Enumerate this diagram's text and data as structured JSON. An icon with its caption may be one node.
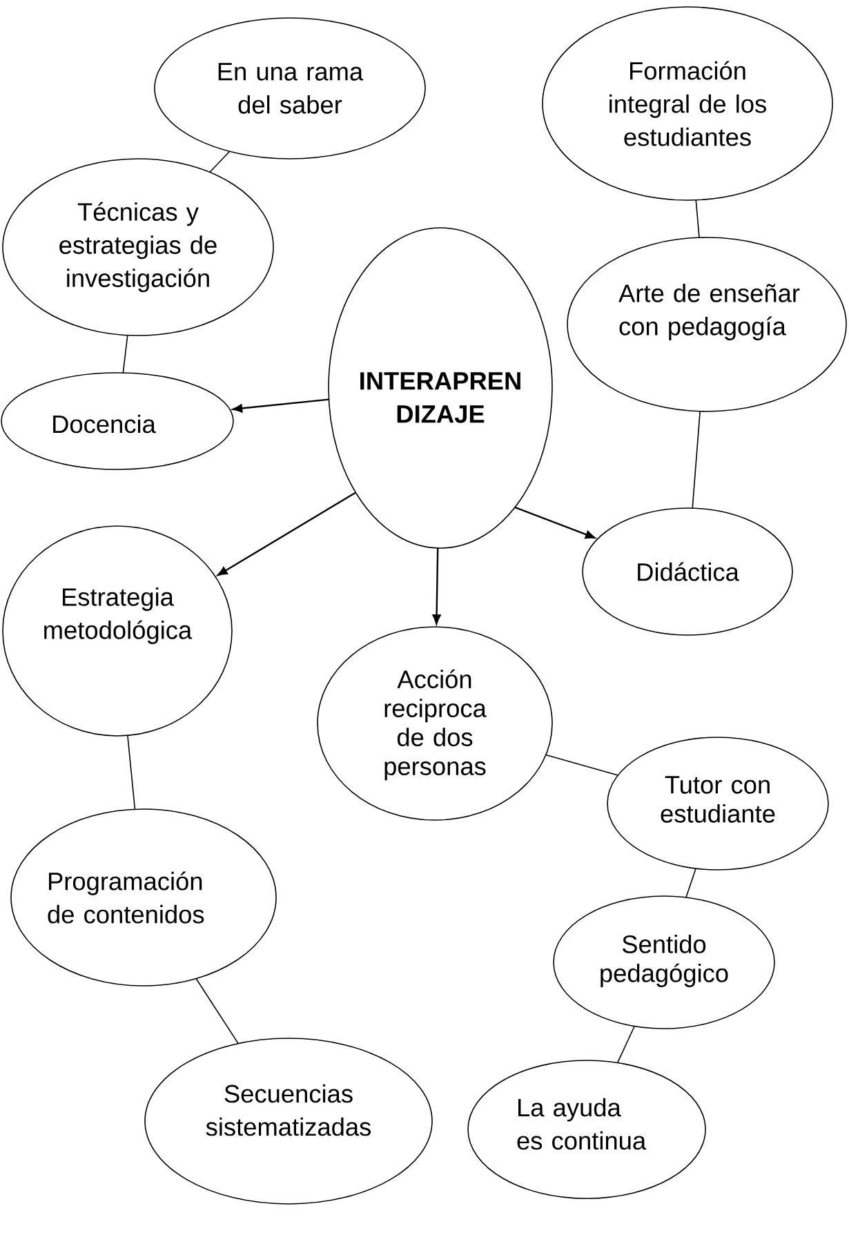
{
  "diagram": {
    "nodes": [
      {
        "text": [
          "En una rama del saber"
        ]
      },
      {
        "text": [
          "Formación integral de los estudiantes"
        ]
      },
      {
        "text": [
          "Técnicas y estrategias de investigación"
        ]
      },
      {
        "text": [
          "Arte de enseñar con pedagogía"
        ]
      },
      {
        "text": [
          "INTERAPREN DIZAJE"
        ]
      },
      {
        "text": [
          "Docencia"
        ]
      },
      {
        "text": [
          "Didáctica"
        ]
      },
      {
        "text": [
          "Estrategia metodológica"
        ]
      },
      {
        "text": [
          "Acción reciproca de dos personas"
        ]
      },
      {
        "text": [
          "Tutor con estudiante"
        ]
      },
      {
        "text": [
          "Programación de contenidos"
        ]
      },
      {
        "text": [
          "Sentido pedagógico"
        ]
      },
      {
        "text": [
          "Secuencias sistematizadas"
        ]
      },
      {
        "text": [
          "La ayuda es continua"
        ]
      }
    ],
    "edges": [
      {
        "from": 0,
        "to": 2,
        "arrow": "none"
      },
      {
        "from": 2,
        "to": 5,
        "arrow": "none"
      },
      {
        "from": 4,
        "to": 5,
        "arrow": "to"
      },
      {
        "from": 1,
        "to": 3,
        "arrow": "none"
      },
      {
        "from": 3,
        "to": 6,
        "arrow": "none"
      },
      {
        "from": 4,
        "to": 7,
        "arrow": "to"
      },
      {
        "from": 4,
        "to": 8,
        "arrow": "to"
      },
      {
        "from": 4,
        "to": 6,
        "arrow": "to"
      },
      {
        "from": 7,
        "to": 10,
        "arrow": "none"
      },
      {
        "from": 10,
        "to": 12,
        "arrow": "none"
      },
      {
        "from": 8,
        "to": 9,
        "arrow": "none"
      },
      {
        "from": 9,
        "to": 11,
        "arrow": "none"
      },
      {
        "from": 11,
        "to": 13,
        "arrow": "none"
      }
    ]
  }
}
